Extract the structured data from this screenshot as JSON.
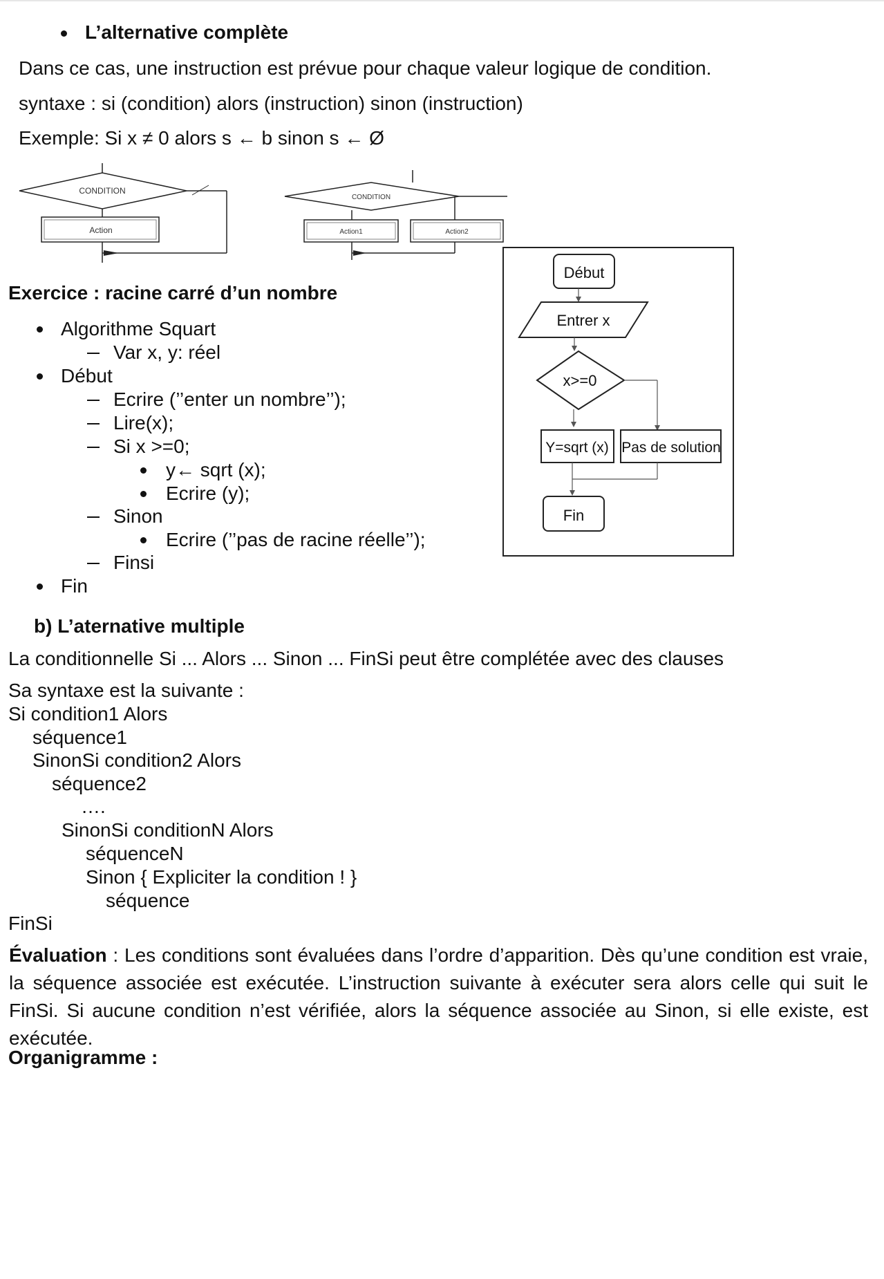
{
  "section_alt_complete": {
    "title": "L’alternative complète",
    "description": "Dans ce cas, une instruction est prévue pour chaque valeur logique de condition.",
    "syntax": "syntaxe : si (condition) alors (instruction) sinon (instruction)",
    "example": "Exemple: Si x ≠ 0 alors s ← b sinon s ← Ø"
  },
  "diagram_simple": {
    "condition": "CONDITION",
    "action": "Action"
  },
  "diagram_double": {
    "condition": "CONDITION",
    "action1": "Action1",
    "action2": "Action2"
  },
  "exercise": {
    "title": "Exercice : racine carré d’un nombre",
    "lines": {
      "algo": "Algorithme Squart",
      "var": "Var x, y: réel",
      "debut": "Début",
      "ecrire1": "Ecrire (’’enter un nombre’’);",
      "lire": "Lire(x);",
      "si": "Si x >=0;",
      "assign": "y← sqrt (x);",
      "ecrire_y": "Ecrire (y);",
      "sinon": "Sinon",
      "ecrire2": "Ecrire (’’pas de racine réelle’’);",
      "finsi": "Finsi",
      "fin": "Fin"
    }
  },
  "flowchart": {
    "start": "Début",
    "input": "Entrer x",
    "condition": "x>=0",
    "yes_box": "Y=sqrt (x)",
    "no_box": "Pas de solution",
    "end": "Fin"
  },
  "section_alt_multiple": {
    "title": "b)  L’aternative multiple",
    "intro": "La conditionnelle Si  ...  Alors  ...  Sinon  ...  FinSi peut être complétée avec des clauses",
    "syntax_title": "Sa syntaxe est la suivante :",
    "code": {
      "l1": "Si  condition1   Alors",
      "l2": "séquence1",
      "l3": "SinonSi  condition2   Alors",
      "l4": "séquence2",
      "l5": "….",
      "l6": "SinonSi  conditionN   Alors",
      "l7": "séquenceN",
      "l8": "Sinon {  Expliciter  la  condition  !  }",
      "l9": "séquence",
      "l10": "FinSi"
    },
    "evaluation_label": "Évaluation",
    "evaluation_text": " :  Les conditions sont évaluées dans l’ordre d’apparition. Dès qu’une condition est vraie, la séquence associée est exécutée. L’instruction suivante à exécuter sera alors celle qui suit le FinSi. Si aucune condition n’est vérifiée, alors la séquence associée au Sinon, si elle existe, est exécutée.",
    "organigramme": "Organigramme :"
  }
}
